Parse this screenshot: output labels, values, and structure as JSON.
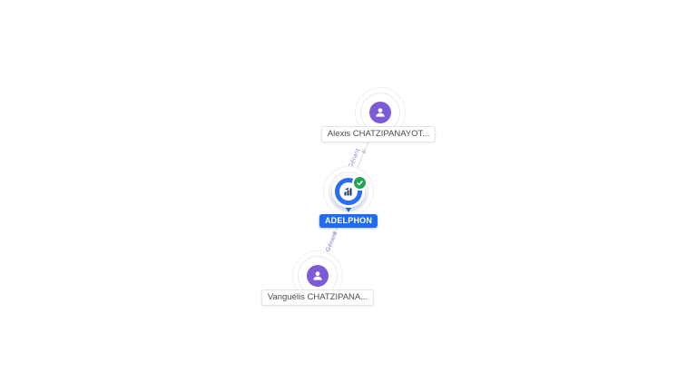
{
  "company": {
    "label": "ADELPHON",
    "verified": true
  },
  "persons": [
    {
      "name": "Alexis CHATZIPANAYOT..."
    },
    {
      "name": "Vanguélis CHATZIPANA..."
    }
  ],
  "edges": [
    {
      "label": "Gérant"
    },
    {
      "label": "Gérant"
    }
  ],
  "colors": {
    "company_accent": "#2b6cf4",
    "company_label_bg": "#1f6bf2",
    "person_accent": "#7d5bd6",
    "verified_green": "#23a455",
    "edge_gray": "#dcdce4",
    "edge_label_purple": "#9b82dc"
  },
  "icons": {
    "company": "building-chart-icon",
    "person": "person-icon",
    "verified": "check-badge-icon"
  }
}
